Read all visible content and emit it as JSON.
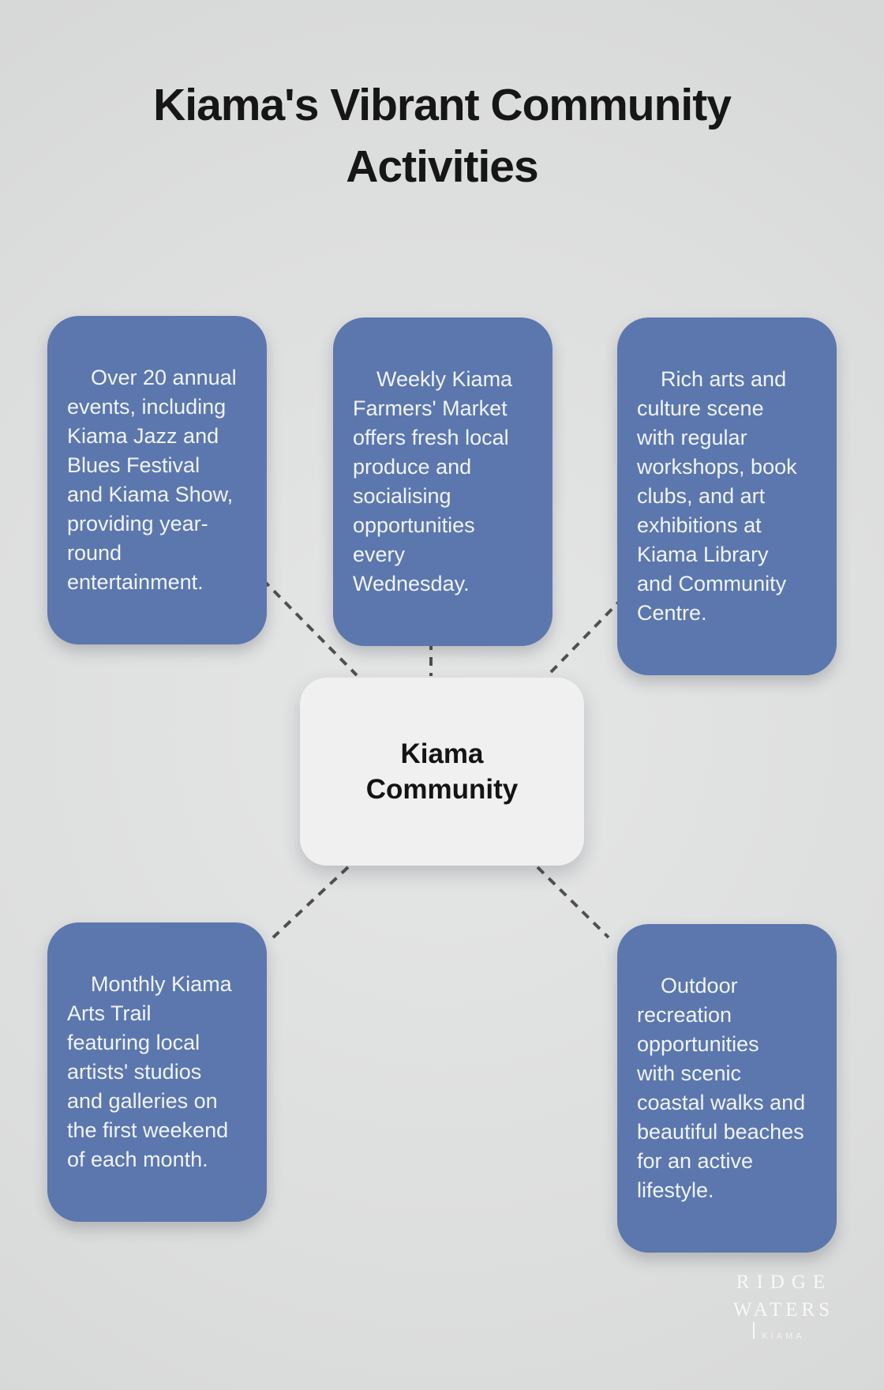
{
  "title": "Kiama's Vibrant Community\nActivities",
  "center_node": {
    "label": "Kiama\nCommunity"
  },
  "nodes": [
    {
      "id": "annual-events",
      "position": "top-left",
      "text": "Over 20 annual\nevents, including\nKiama Jazz and\nBlues Festival\nand Kiama Show,\nproviding year-\nround\nentertainment."
    },
    {
      "id": "farmers-market",
      "position": "top-center",
      "text": "Weekly Kiama\nFarmers' Market\noffers fresh local\nproduce and\nsocialising\nopportunities\nevery\nWednesday."
    },
    {
      "id": "arts-culture",
      "position": "top-right",
      "text": "Rich arts and\nculture scene\nwith regular\nworkshops, book\nclubs, and art\nexhibitions at\nKiama Library\nand Community\nCentre."
    },
    {
      "id": "arts-trail",
      "position": "bottom-left",
      "text": "Monthly Kiama\nArts Trail\nfeaturing local\nartists' studios\nand galleries on\nthe first weekend\nof each month."
    },
    {
      "id": "outdoor-recreation",
      "position": "bottom-right",
      "text": "Outdoor\nrecreation\nopportunities\nwith scenic\ncoastal walks and\nbeautiful beaches\nfor an active\nlifestyle."
    }
  ],
  "branding": {
    "name_line1": "RIDGE",
    "name_line2": "WATERS",
    "tagline": "KIAMA"
  },
  "colors": {
    "background": "#dcdddd",
    "node_fill": "#5b77ad",
    "node_text": "#f1f4f9",
    "center_fill": "#f0f0f1",
    "center_text": "#141414",
    "connector": "#4f4f4f",
    "title_text": "#161616",
    "branding_text": "#fbfbfb"
  }
}
